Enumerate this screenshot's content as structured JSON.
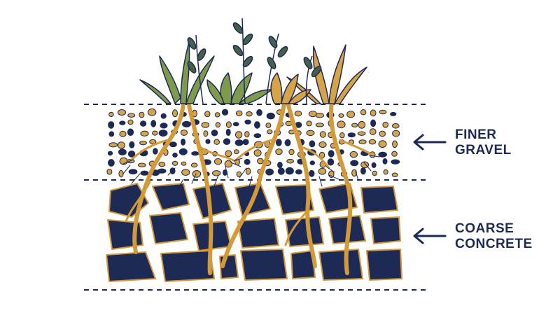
{
  "labels": {
    "finer": {
      "line1": "FINER",
      "line2": "GRAVEL"
    },
    "coarse": {
      "line1": "COARSE",
      "line2": "CONCRETE"
    }
  },
  "colors": {
    "navy": "#1c2a55",
    "root_gold": "#d49a3a",
    "pebble_gold": "#d6a347",
    "leaf_green": "#7f9a4a",
    "leaf_dark": "#46604a",
    "dash_line": "#1c2a55"
  },
  "icons": [
    "arrow-left-icon",
    "arrow-left-icon"
  ]
}
